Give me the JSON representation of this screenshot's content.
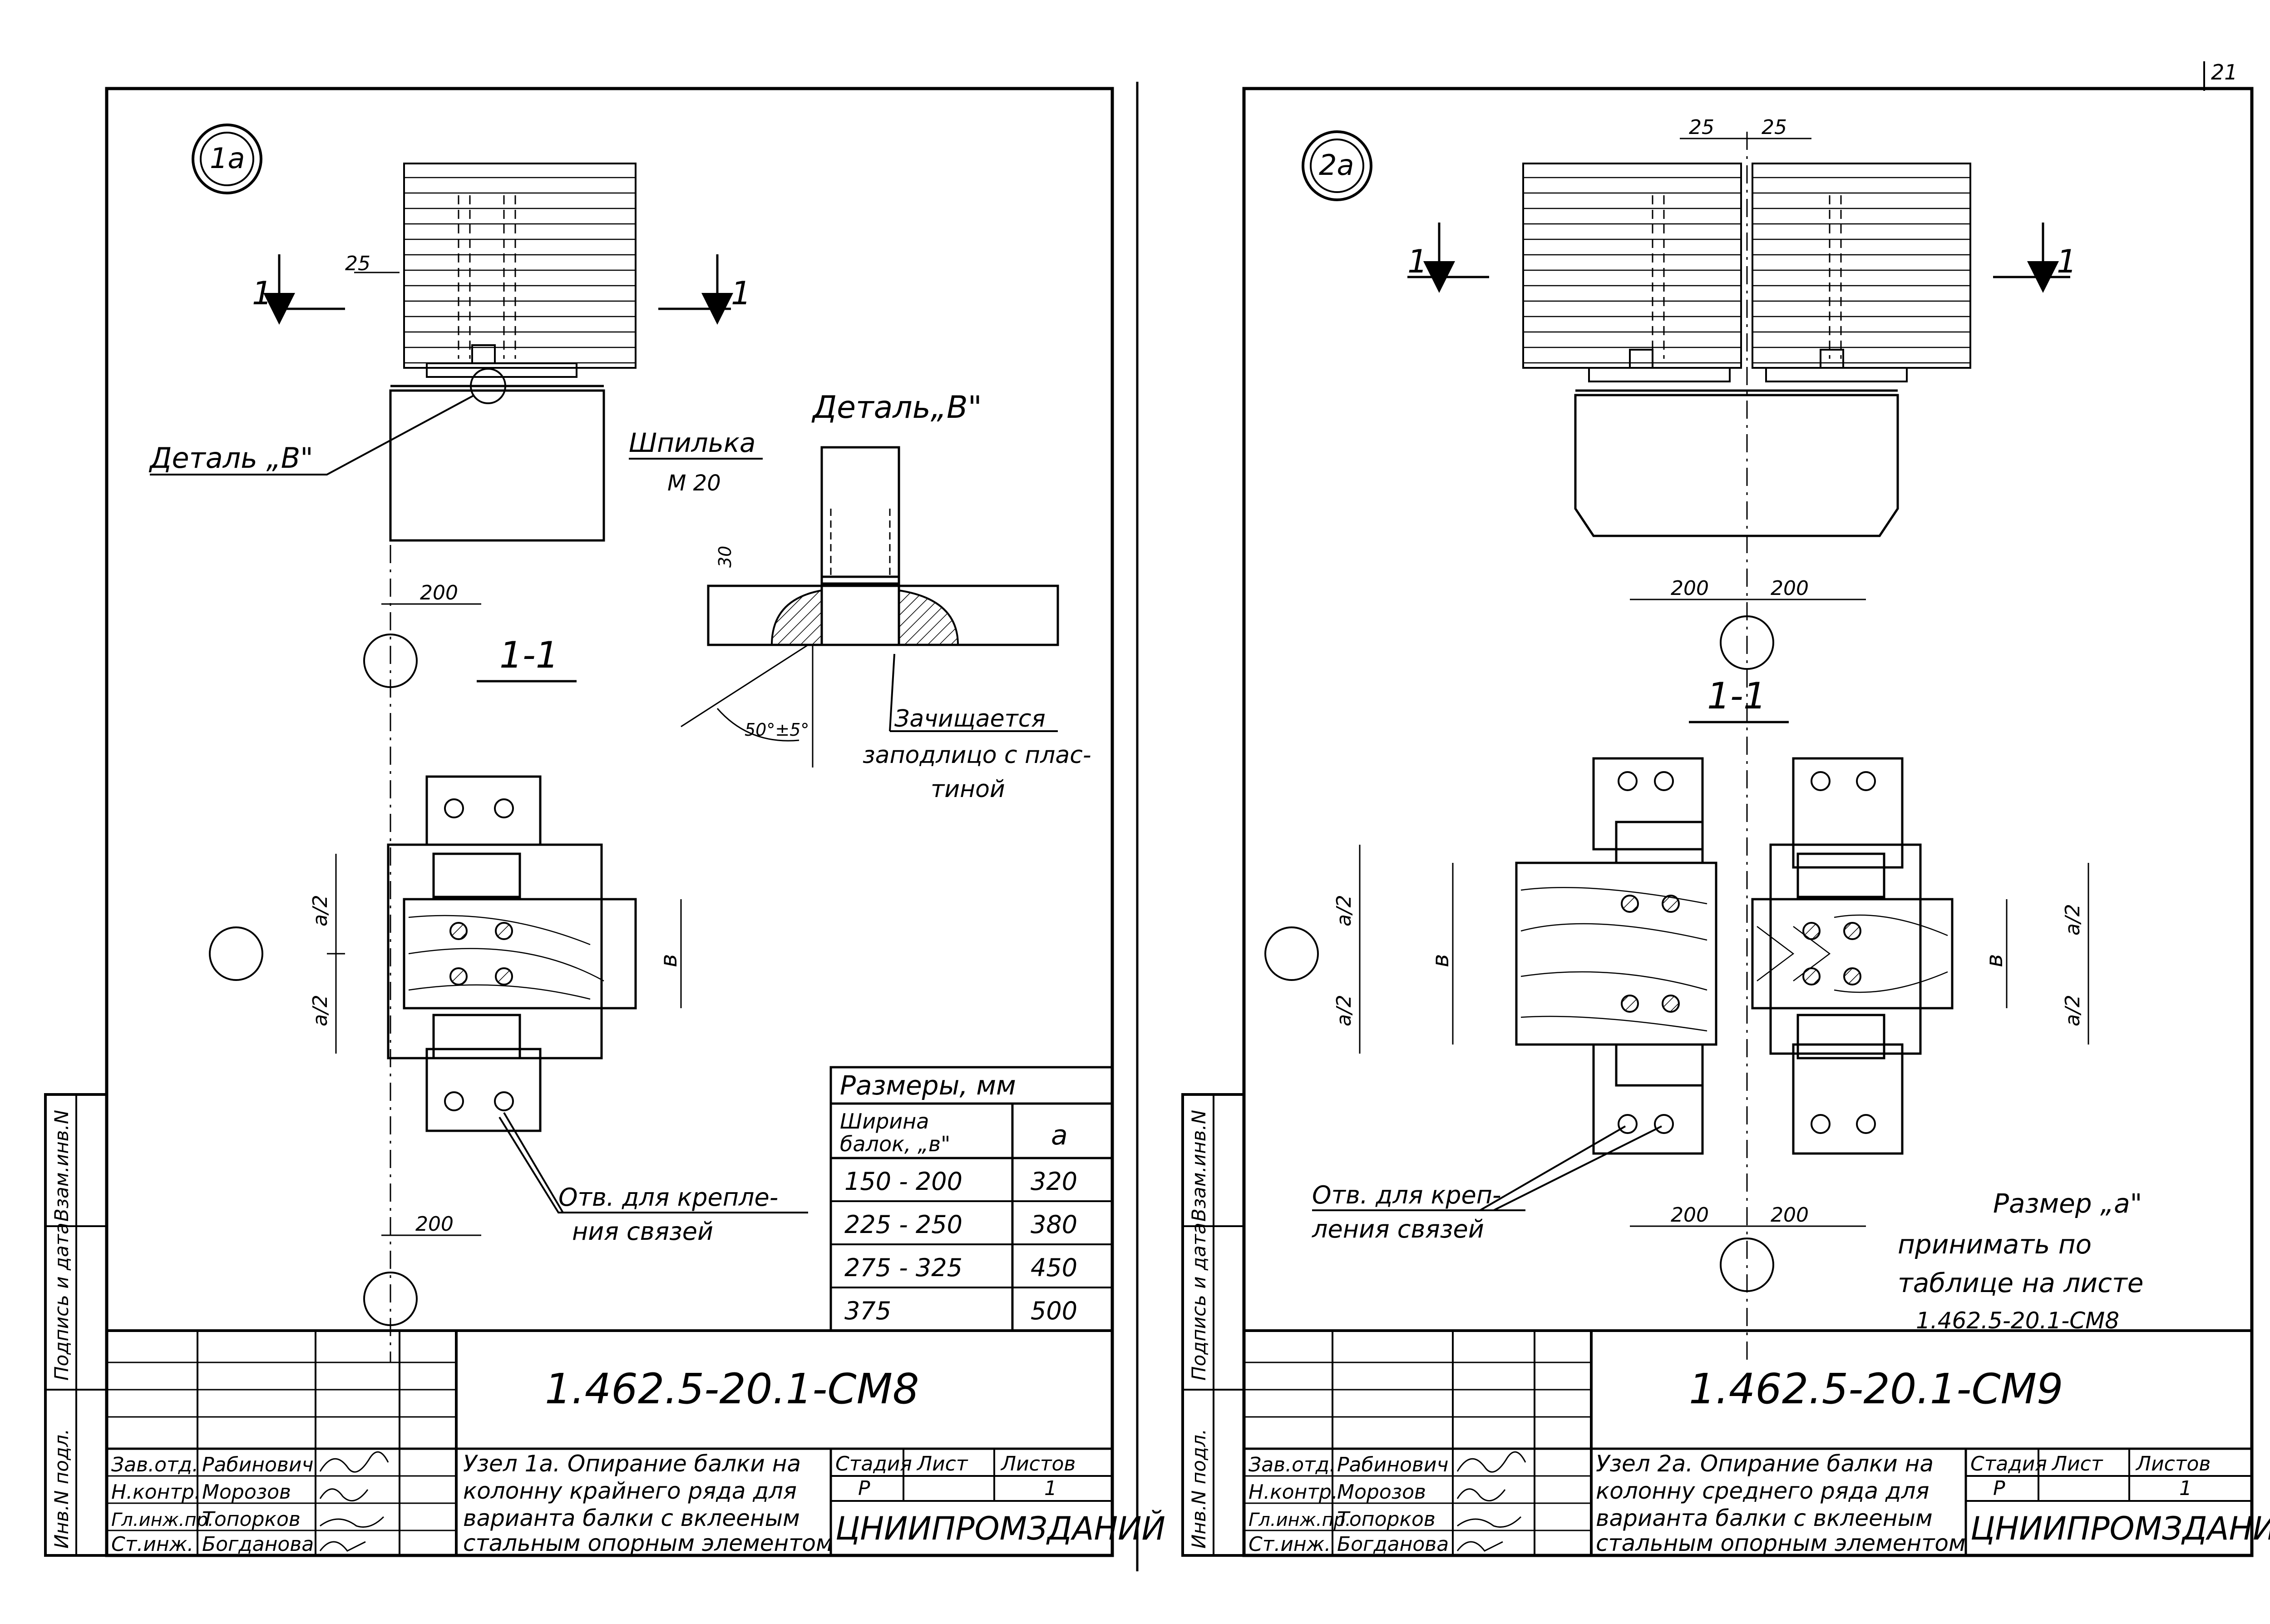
{
  "page_number": "21",
  "stamps": {
    "side_fields": [
      "Инв.N подл.",
      "Подпись и дата",
      "Взам.инв.N"
    ],
    "rows": [
      {
        "role": "Зав.отд.",
        "name": "Рабинович"
      },
      {
        "role": "Н.контр.",
        "name": "Морозов"
      },
      {
        "role": "Гл.инж.пр.",
        "name": "Топорков"
      },
      {
        "role": "Ст.инж.",
        "name": "Богданова"
      }
    ],
    "col_stage": "Стадия",
    "col_sheet": "Лист",
    "col_sheets": "Листов",
    "stage_value": "Р",
    "sheets_value": "1",
    "organization": "ЦНИИПРОМЗДАНИЙ"
  },
  "sheet1": {
    "node_label": "1а",
    "designation": "1.462.5-20.1-СМ8",
    "title_lines": [
      "Узел 1а. Опирание балки на",
      "колонну крайнего ряда для",
      "варианта балки с вклееным",
      "стальным опорным элементом"
    ],
    "section_mark": "1",
    "section_title": "1-1",
    "detail_label": "Деталь „В\"",
    "detail_title": "Деталь„В\"",
    "stud_label": "Шпилька",
    "stud_size": "М 20",
    "clean_note": [
      "Зачищается",
      "заподлицо с плас-",
      "тиной"
    ],
    "angle_label": "50°±5°",
    "holes_note": [
      "Отв. для крепле-",
      "ния связей"
    ],
    "dims": {
      "d25": "25",
      "d200": "200",
      "d30": "30",
      "a_half": "a/2",
      "b": "в"
    },
    "table": {
      "caption": "Размеры, мм",
      "head_left": [
        "Ширина",
        "балок, „в\""
      ],
      "head_right": "а",
      "rows": [
        {
          "b": "150 - 200",
          "a": "320"
        },
        {
          "b": "225 - 250",
          "a": "380"
        },
        {
          "b": "275 - 325",
          "a": "450"
        },
        {
          "b": "375",
          "a": "500"
        }
      ]
    }
  },
  "sheet2": {
    "node_label": "2а",
    "designation": "1.462.5-20.1-СМ9",
    "title_lines": [
      "Узел 2а. Опирание балки на",
      "колонну среднего ряда для",
      "варианта балки с вклееным",
      "стальным опорным элементом"
    ],
    "section_title": "1-1",
    "holes_note": [
      "Отв. для креп-",
      "ления связей"
    ],
    "size_note": [
      "Размер „а\"",
      "принимать по",
      "таблице на листе",
      "1.462.5-20.1-СМ8"
    ],
    "dims": {
      "d25a": "25",
      "d25b": "25",
      "d200a": "200",
      "d200b": "200"
    }
  }
}
